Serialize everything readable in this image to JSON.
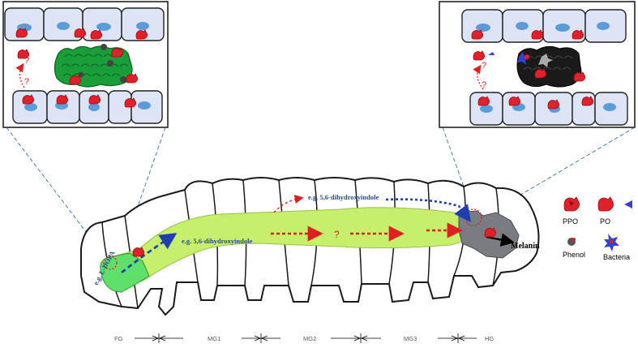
{
  "labels": {
    "precursor_fg": "e.g. L-DOPA",
    "indole_mg1": "e.g. 5,6-dihydroxyindole",
    "indole_top": "e.g. 5,6-dihydroxyindole",
    "question_mid": "?",
    "question_panel_top": "?",
    "question_panel_bottom": "?",
    "product": "Melanin"
  },
  "legend": {
    "ppo": "PPO",
    "po": "PO",
    "phenol": "Phenol",
    "bacteria": "Bacteria"
  },
  "segments": [
    {
      "label": "FG"
    },
    {
      "label": "MG1"
    },
    {
      "label": "MG2"
    },
    {
      "label": "MG3"
    },
    {
      "label": "HG"
    }
  ],
  "colors": {
    "gut_fill": "#c6f06c",
    "foregut_fill": "#5ee06a",
    "hindgut_fill": "#7b7b82",
    "cell_fill": "#dde4f6",
    "nucleus": "#5b9bd8",
    "enzyme_red": "#e0202a",
    "green_mass": "#1a9e3a",
    "black_mass": "#1a1a1a",
    "arrow_blue": "#1f3fb0",
    "arrow_red": "#e02020",
    "bacteria_blue": "#3a3fd0",
    "dash_line": "#3a6ea0"
  }
}
